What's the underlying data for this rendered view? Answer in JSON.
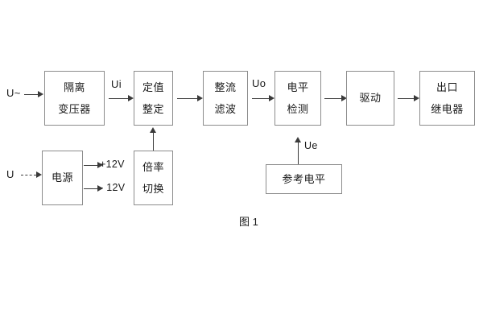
{
  "diagram": {
    "caption": "图 1",
    "blocks": [
      {
        "id": "isolation-transformer",
        "lines": [
          "隔离",
          "变压器"
        ]
      },
      {
        "id": "setting-value",
        "lines": [
          "定值",
          "整定"
        ]
      },
      {
        "id": "rectify-filter",
        "lines": [
          "整流",
          "滤波"
        ]
      },
      {
        "id": "level-detection",
        "lines": [
          "电平",
          "检测"
        ]
      },
      {
        "id": "drive",
        "lines": [
          "驱动"
        ]
      },
      {
        "id": "output-relay",
        "lines": [
          "出口",
          "继电器"
        ]
      },
      {
        "id": "power-supply",
        "lines": [
          "电源"
        ]
      },
      {
        "id": "multiplier-switch",
        "lines": [
          "倍率",
          "切换"
        ]
      },
      {
        "id": "reference-level",
        "lines": [
          "参考电平"
        ]
      }
    ],
    "labels": {
      "input_ac": "U~",
      "input_dc": "U",
      "signal_ui": "Ui",
      "signal_uo": "Uo",
      "signal_ue": "Ue",
      "rail_positive": "+12V",
      "rail_negative": "- 12V"
    },
    "colors": {
      "box_border": "#8c8c8c",
      "arrow": "#3a3a3a",
      "text": "#1a1a1a",
      "background": "#ffffff"
    }
  }
}
